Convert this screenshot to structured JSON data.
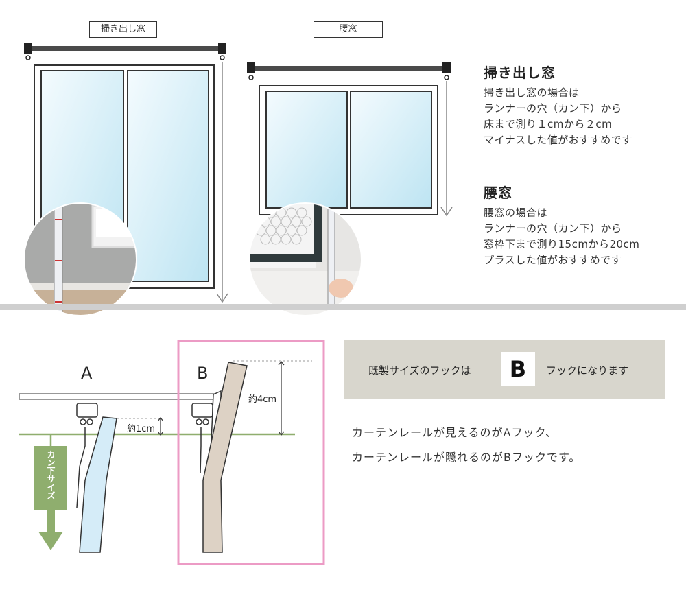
{
  "top": {
    "tag_hakidashi": "掃き出し窓",
    "tag_koshi": "腰窓",
    "hakidashi": {
      "title": "掃き出し窓",
      "text": "掃き出し窓の場合は\nランナーの穴（カン下）から\n床まで測り１cmから２cm\nマイナスした値がおすすめです"
    },
    "koshi": {
      "title": "腰窓",
      "text": "腰窓の場合は\nランナーの穴（カン下）から\n窓枠下まで測り15cmから20cm\nプラスした値がおすすめです"
    }
  },
  "bottom": {
    "label_a": "A",
    "label_b": "B",
    "approx_1cm": "約1cm",
    "approx_4cm": "約4cm",
    "kanshita_size": "カン下サイズ",
    "info_pre": "既製サイズのフックは",
    "info_b": "B",
    "info_post": "フックになります",
    "note_line1": "カーテンレールが見えるのがAフック、",
    "note_line2": "カーテンレールが隠れるのがBフックです。"
  },
  "colors": {
    "rail": "#4a4a4a",
    "glass_light": "#eef8fd",
    "glass": "#bfe6f3",
    "highlight_border": "#ec9bc5",
    "green": "#8fae6e",
    "beige": "#ddd2c5",
    "light_blue": "#d5ecf8",
    "info_bg": "#d8d6cd"
  }
}
